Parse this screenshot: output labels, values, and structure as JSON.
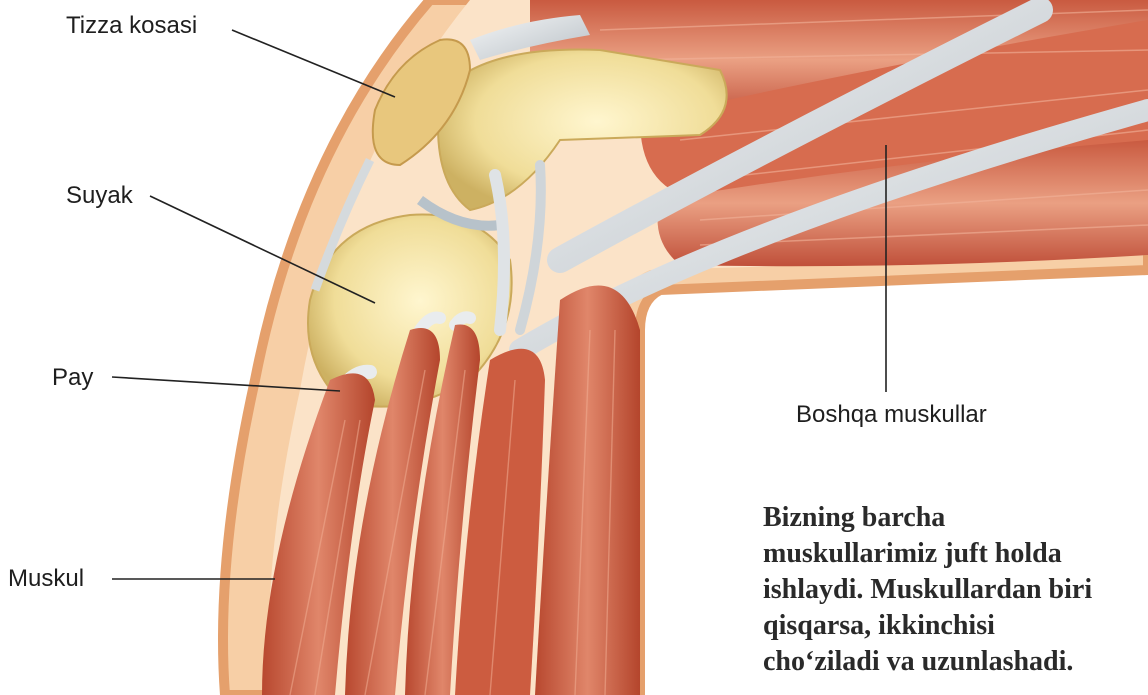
{
  "labels": {
    "patella": "Tizza kosasi",
    "bone": "Suyak",
    "tendon": "Pay",
    "muscle": "Muskul",
    "other_muscles": "Boshqa muskullar"
  },
  "caption": {
    "lines": [
      "Bizning barcha",
      "muskullarimiz juft holda",
      "ishlaydi. Muskullardan biri",
      "qisqarsa, ikkinchisi",
      "cho‘ziladi va uzunlashadi."
    ]
  },
  "colors": {
    "skin": "#f5c79a",
    "skin_edge": "#e8a470",
    "muscle": "#c8573c",
    "muscle_light": "#e48a66",
    "tendon": "#dfe2e4",
    "bone": "#f1e3a6",
    "bone_shadow": "#d9c373"
  }
}
